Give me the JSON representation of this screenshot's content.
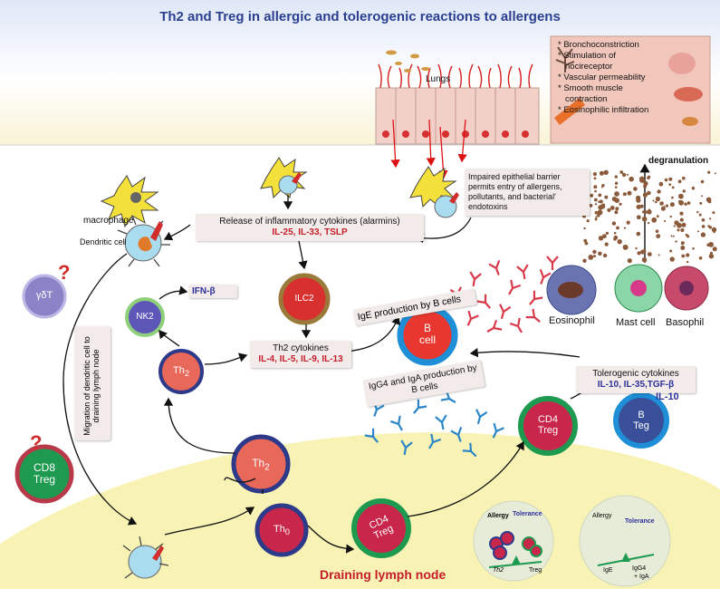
{
  "title": "Th2 and Treg in allergic and tolerogenic reactions to allergens",
  "lungs_label": "Lungs",
  "effects": [
    "Bronchoconstriction",
    "Stimulation of nocireceptor",
    "Vascular permeability",
    "Smooth muscle contraction",
    "Eosinophilic infiltration"
  ],
  "barrier_note": "Impaired epithelial barrier permits entry of allergens, pollutants, and bacterial' endotoxins",
  "degranulation": "degranulation",
  "macrophage": "macrophage",
  "dendritic_cell": "Dendritic cell",
  "alarmins": {
    "label": "Release of inflammatory cytokines (alarmins)",
    "cytokines": "IL-25, IL-33, TSLP"
  },
  "ilc2": "ILC2",
  "nk2": "NK2",
  "ifn_beta": "IFN-β",
  "gamma_delta_t": "γδT",
  "question_mark": "?",
  "cd8_treg": [
    "CD8",
    "Treg"
  ],
  "migration_note": "Migration of dendritic cell to draining lymph node",
  "th2_label": "Th",
  "th2_sub": "2",
  "th0_sub": "0",
  "th2_cytokines": {
    "label": "Th2 cytokines",
    "cytokines": "IL-4, IL-5, IL-9, IL-13"
  },
  "ige_production": "IgE production by B cells",
  "b_cell": [
    "B",
    "cell"
  ],
  "granulocytes": [
    "Eosinophil",
    "Mast cell",
    "Basophil"
  ],
  "igg4_production": "IgG4 and IgA production by B cells",
  "tolerogenic": {
    "label": "Tolerogenic cytokines",
    "cytokines": "IL-10, IL-35,TGF-β"
  },
  "il10": "IL-10",
  "b_teg": [
    "B",
    "Teg"
  ],
  "cd4_treg": [
    "CD4",
    "Treg"
  ],
  "lymph_node": "Draining lymph node",
  "balance_left": {
    "allergy": "Allergy",
    "tolerance": "Tolerance",
    "left": "Th2",
    "right": "Treg"
  },
  "balance_right": {
    "allergy": "Allergy",
    "tolerance": "Tolerance",
    "left": "IgE",
    "right": "IgG4",
    "right_sub": "+ IgA"
  },
  "colors": {
    "title": "#2a3f8f",
    "cytokine_red": "#c41d2a",
    "cytokine_blue": "#2a2f9a",
    "lymph_node": "#f8f3b4",
    "th2": "#e8685a",
    "treg": "#1d9a4f",
    "b_cell": "#1e8fd6"
  }
}
